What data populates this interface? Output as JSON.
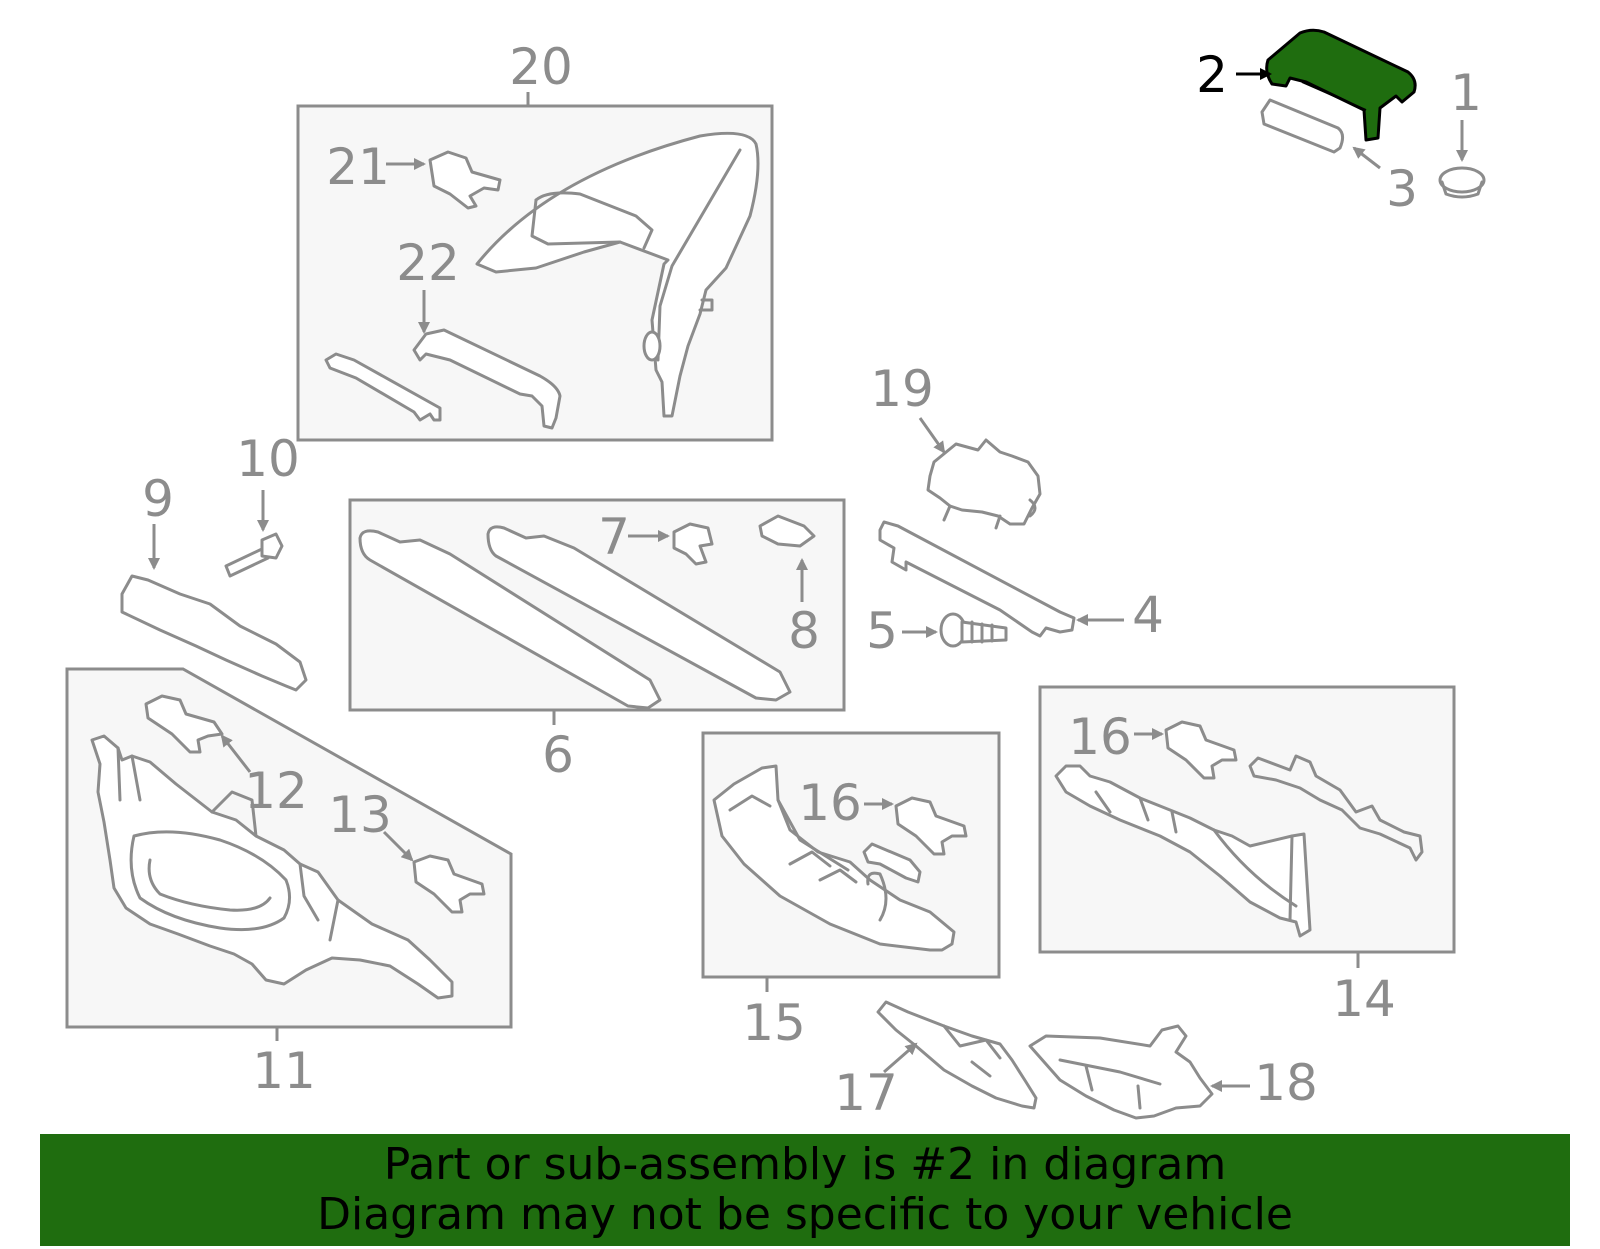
{
  "highlighted_part": "2",
  "colors": {
    "highlight": "#1f6d0f",
    "line": "#8c8c8c",
    "banner": "#1f6d0f"
  },
  "callouts": {
    "c1": "1",
    "c2": "2",
    "c3": "3",
    "c4": "4",
    "c5": "5",
    "c6": "6",
    "c7": "7",
    "c8": "8",
    "c9": "9",
    "c10": "10",
    "c11": "11",
    "c12": "12",
    "c13": "13",
    "c14": "14",
    "c15": "15",
    "c16a": "16",
    "c16b": "16",
    "c17": "17",
    "c18": "18",
    "c19": "19",
    "c20": "20",
    "c21": "21",
    "c22": "22"
  },
  "banner": {
    "line1": "Part or sub-assembly is #2 in diagram",
    "line2": "Diagram may not be specific to your vehicle"
  }
}
